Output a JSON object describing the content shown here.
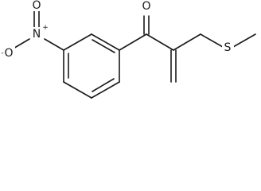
{
  "molecule": {
    "atoms": {
      "carbonyl_oxygen": "O",
      "sulfur": "S",
      "nitro_nitrogen": "N",
      "nitro_nitrogen_charge": "+",
      "nitro_oxygen_top": "O",
      "nitro_oxygen_left": "O",
      "nitro_oxygen_left_charge": "-"
    }
  }
}
